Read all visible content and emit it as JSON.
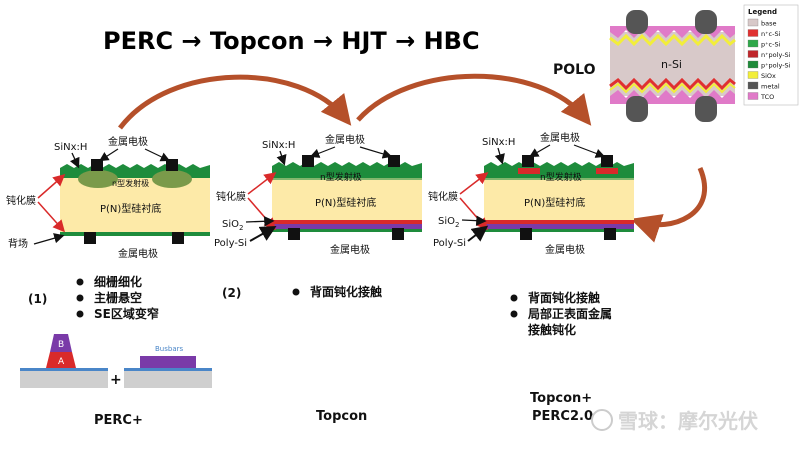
{
  "title": "PERC → Topcon → HJT → HBC",
  "labels": {
    "sinx": "SiNx:H",
    "metal_electrode": "金属电极",
    "passivation_film": "钝化膜",
    "back_field": "背场",
    "sio2": "SiO2",
    "poly_si": "Poly-Si",
    "n_emitter": "n型发射极",
    "substrate": "P(N)型硅衬底"
  },
  "perc": {
    "number": "(1)",
    "bullets": [
      "细栅细化",
      "主栅悬空",
      "SE区域变窄"
    ],
    "finger_label": "B",
    "base_label": "A",
    "plus": "+",
    "busbar_label": "Busbars",
    "caption": "PERC+"
  },
  "topcon": {
    "number": "(2)",
    "bullets": [
      "背面钝化接触"
    ],
    "caption": "Topcon"
  },
  "topcon_plus": {
    "bullets": [
      "背面钝化接触",
      "局部正表面金属",
      "接触钝化"
    ],
    "caption_line1": "Topcon+",
    "caption_line2": "PERC2.0"
  },
  "polo": {
    "label": "POLO",
    "center_label": "n-Si",
    "legend_title": "Legend",
    "legend": [
      {
        "label": "base",
        "color": "#d8c9c9"
      },
      {
        "label": "n⁺c-Si",
        "color": "#e03030"
      },
      {
        "label": "p⁺c-Si",
        "color": "#2fa84a"
      },
      {
        "label": "n⁺poly-Si",
        "color": "#c0262b"
      },
      {
        "label": "p⁺poly-Si",
        "color": "#1f8a3a"
      },
      {
        "label": "SiOx",
        "color": "#f2ee3a"
      },
      {
        "label": "metal",
        "color": "#555555"
      },
      {
        "label": "TCO",
        "color": "#e07ac8"
      }
    ]
  },
  "watermark": "雪球：摩尔光伏",
  "colors": {
    "substrate": "#fdeaa8",
    "top_green": "#1e8c3c",
    "emitter": "#7a9a4a",
    "red": "#d92a2a",
    "purple": "#7a3aa8",
    "arrow": "#b5502a",
    "metal": "#111111"
  }
}
